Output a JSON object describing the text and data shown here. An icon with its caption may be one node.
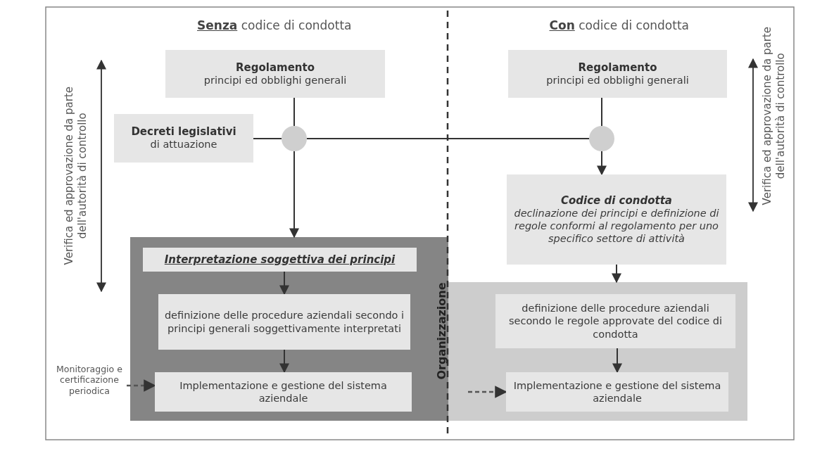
{
  "diagram": {
    "nodes": [
      {
        "text": [
          "Regolamento",
          "principi ed obblighi generali"
        ]
      },
      {
        "text": [
          "Decreti legislativi",
          "di attuazione"
        ]
      },
      {
        "text": [],
        "shape": "circle"
      },
      {
        "text": [
          "Regolamento",
          "principi ed obblighi generali"
        ]
      },
      {
        "text": [],
        "shape": "circle"
      },
      {
        "text": [
          "Codice di condotta",
          "declinazione dei principi e definizione di regole conformi al regolamento per uno specifico settore di attività"
        ]
      },
      {
        "text": [],
        "shape": "box"
      },
      {
        "text": [
          "Interpretazione soggettiva dei principi"
        ],
        "in": 6
      },
      {
        "text": [
          "definizione delle procedure aziendali secondo i principi generali soggettivamente interpretati"
        ],
        "in": 6
      },
      {
        "text": [
          "Monitoraggio e certificazione periodica"
        ]
      },
      {
        "text": [
          "Implementazione e gestione del sistema aziendale"
        ],
        "in": 6
      },
      {
        "text": [],
        "shape": "box"
      },
      {
        "text": [
          "definizione delle procedure aziendali secondo le regole approvate del codice di condotta"
        ],
        "in": 11
      },
      {
        "text": [
          "Implementazione e gestione del sistema aziendale"
        ],
        "in": 11
      }
    ],
    "edges": [
      {
        "from": 0,
        "to": 2,
        "arrow": "none"
      },
      {
        "from": 1,
        "to": 2,
        "arrow": "none"
      },
      {
        "from": 2,
        "to": 6,
        "arrow": "to"
      },
      {
        "from": 2,
        "to": 4,
        "arrow": "none"
      },
      {
        "from": 3,
        "to": 4,
        "arrow": "none"
      },
      {
        "from": 4,
        "to": 5,
        "arrow": "to"
      },
      {
        "from": 5,
        "to": 11,
        "arrow": "to"
      },
      {
        "from": 7,
        "to": 8,
        "arrow": "to"
      },
      {
        "from": 8,
        "to": 10,
        "arrow": "to"
      },
      {
        "from": 9,
        "to": 10,
        "arrow": "to",
        "style": "dashed"
      },
      {
        "from": null,
        "to": 13,
        "arrow": "to",
        "style": "dashed"
      },
      {
        "from": 12,
        "to": 13,
        "arrow": "to"
      }
    ],
    "labels": [
      "**Senza** codice di condotta",
      "**Con** codice di condotta",
      "Verifica ed approvazione da parte dell'autorità di controllo",
      "Verifica ed approvazione da parte dell'autorità di controllo",
      "Organizzazione"
    ]
  }
}
